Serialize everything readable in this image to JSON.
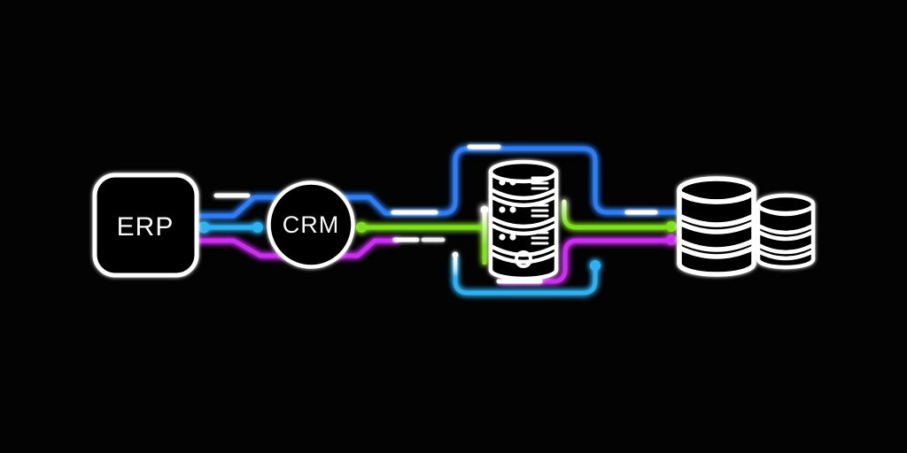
{
  "diagram": {
    "nodes": {
      "erp": {
        "label": "ERP",
        "shape": "rounded-square"
      },
      "crm": {
        "label": "CRM",
        "shape": "circle"
      },
      "server": {
        "icon": "database-server-icon"
      },
      "db_large": {
        "icon": "database-large-icon"
      },
      "db_small": {
        "icon": "database-small-icon"
      }
    },
    "colors": {
      "background": "#030303",
      "blue": "#2e7df6",
      "cyan": "#2fb1f2",
      "green": "#7ee01c",
      "magenta": "#ca2ff0",
      "white": "#ffffff"
    },
    "connectors": [
      {
        "id": "blue-trace",
        "color": "blue",
        "from": "erp",
        "to": "db_large"
      },
      {
        "id": "erp-crm-link",
        "color": "cyan",
        "from": "erp",
        "to": "crm"
      },
      {
        "id": "magenta-trace-left",
        "color": "magenta",
        "from": "erp",
        "to": "server"
      },
      {
        "id": "green-trace-left",
        "color": "green",
        "from": "crm",
        "to": "server"
      },
      {
        "id": "green-trace-right",
        "color": "green",
        "from": "server",
        "to": "db_large"
      },
      {
        "id": "magenta-trace-right",
        "color": "magenta",
        "from": "server",
        "to": "db_large"
      },
      {
        "id": "cyan-loop",
        "color": "cyan",
        "from": "server",
        "to": "db_large"
      }
    ]
  }
}
